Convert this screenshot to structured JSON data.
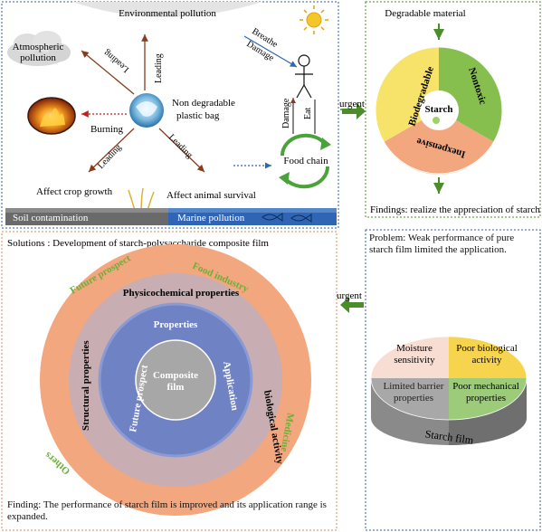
{
  "top_left": {
    "title": "Environmental pollution",
    "atmospheric_line1": "Atmospheric",
    "atmospheric_line2": "pollution",
    "center_line1": "Non degradable",
    "center_line2": "plastic bag",
    "burning": "Burning",
    "leading": "Leading",
    "breathe": "Breathe",
    "damage": "Damage",
    "eat": "Eat",
    "food_chain": "Food chain",
    "crop": "Affect crop growth",
    "animal": "Affect animal survival",
    "soil": "Soil contamination",
    "marine": "Marine pollution"
  },
  "top_right": {
    "title": "Degradable material",
    "biodegradable": "Biodegradable",
    "nontoxic": "Nontoxic",
    "inexpensive": "Inexpensive",
    "starch": "Starch",
    "findings": "Findings: realize the appreciation of starch"
  },
  "arrows": {
    "urgent_top": "urgent",
    "urgent_mid": "urgent"
  },
  "bottom_right": {
    "problem": "Problem: Weak performance of pure starch film limited the application.",
    "moisture_line1": "Moisture",
    "moisture_line2": "sensitivity",
    "poor_bio_line1": "Poor biological",
    "poor_bio_line2": "activity",
    "barrier_line1": "Limited barrier",
    "barrier_line2": "properties",
    "mech_line1": "Poor mechanical",
    "mech_line2": "properties",
    "starch_film": "Starch film"
  },
  "bottom_left": {
    "solutions": "Solutions : Development of starch-polysaccharide composite film",
    "future_prospect_outer": "Future prospect",
    "food_industry": "Food industry",
    "medicine": "Medicine",
    "others": "Others",
    "physicochemical": "Physicochemical properties",
    "structural": "Structural properties",
    "biological": "biological activity",
    "properties": "Properties",
    "application": "Application",
    "future_prospect_inner": "Future prospect",
    "composite_line1": "Composite",
    "composite_line2": "film",
    "finding": "Finding: The performance of starch film is improved and its application range is expanded."
  },
  "colors": {
    "outer_ring": "#f2a77e",
    "middle_ring": "#c8aeb2",
    "inner_ring": "#6f82c4",
    "core": "#a7a7a7",
    "biodegradable_sector": "#f7e36a",
    "nontoxic_sector": "#86bf4e",
    "inexpensive_sector": "#f2a77e",
    "soil_bar": "#6a6a6a",
    "marine_bar": "#2f65b4",
    "green_arrow": "#4a8d2a",
    "accent_green_text": "#6fae3a"
  }
}
